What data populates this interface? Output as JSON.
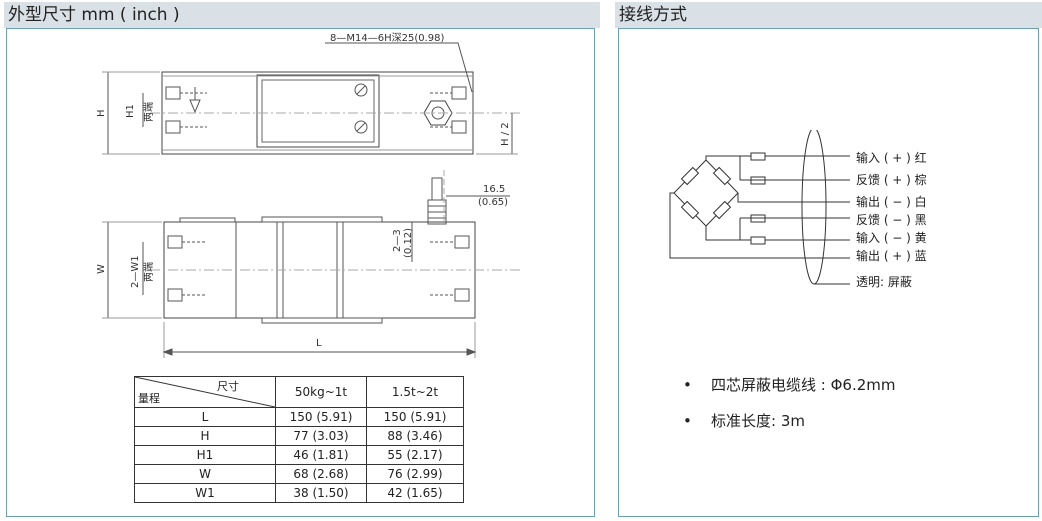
{
  "left_panel": {
    "title": "外型尺寸 mm ( inch )",
    "drawing_labels": {
      "thread": "8—M14—6H深25(0.98)",
      "H": "H",
      "H1": "H1",
      "two_ends": "两端",
      "H_half": "H / 2",
      "dim_16_5": "16.5",
      "dim_0_65": "(0.65)",
      "dim_2_3": "2—3",
      "dim_0_12": "(0.12)",
      "W": "W",
      "two_W1": "2—W1",
      "L": "L"
    },
    "table": {
      "corner_top": "尺寸",
      "corner_bottom": "量程",
      "columns": [
        "50kg~1t",
        "1.5t~2t"
      ],
      "rows": [
        {
          "label": "L",
          "v1": "150 (5.91)",
          "v2": "150 (5.91)"
        },
        {
          "label": "H",
          "v1": "77 (3.03)",
          "v2": "88 (3.46)"
        },
        {
          "label": "H1",
          "v1": "46 (1.81)",
          "v2": "55 (2.17)"
        },
        {
          "label": "W",
          "v1": "68 (2.68)",
          "v2": "76 (2.99)"
        },
        {
          "label": "W1",
          "v1": "38 (1.50)",
          "v2": "42 (1.65)"
        }
      ]
    }
  },
  "right_panel": {
    "title": "接线方式",
    "wires": [
      "输入 ( + ) 红",
      "反馈 ( + ) 棕",
      "输出 ( − ) 白",
      "反馈 ( − ) 黑",
      "输入 ( − ) 黄",
      "输出 ( + ) 蓝",
      "透明: 屏蔽"
    ],
    "notes": {
      "bullet": "•",
      "cable": "四芯屏蔽电缆线 : Φ6.2mm",
      "length": "标准长度:  3m"
    }
  }
}
